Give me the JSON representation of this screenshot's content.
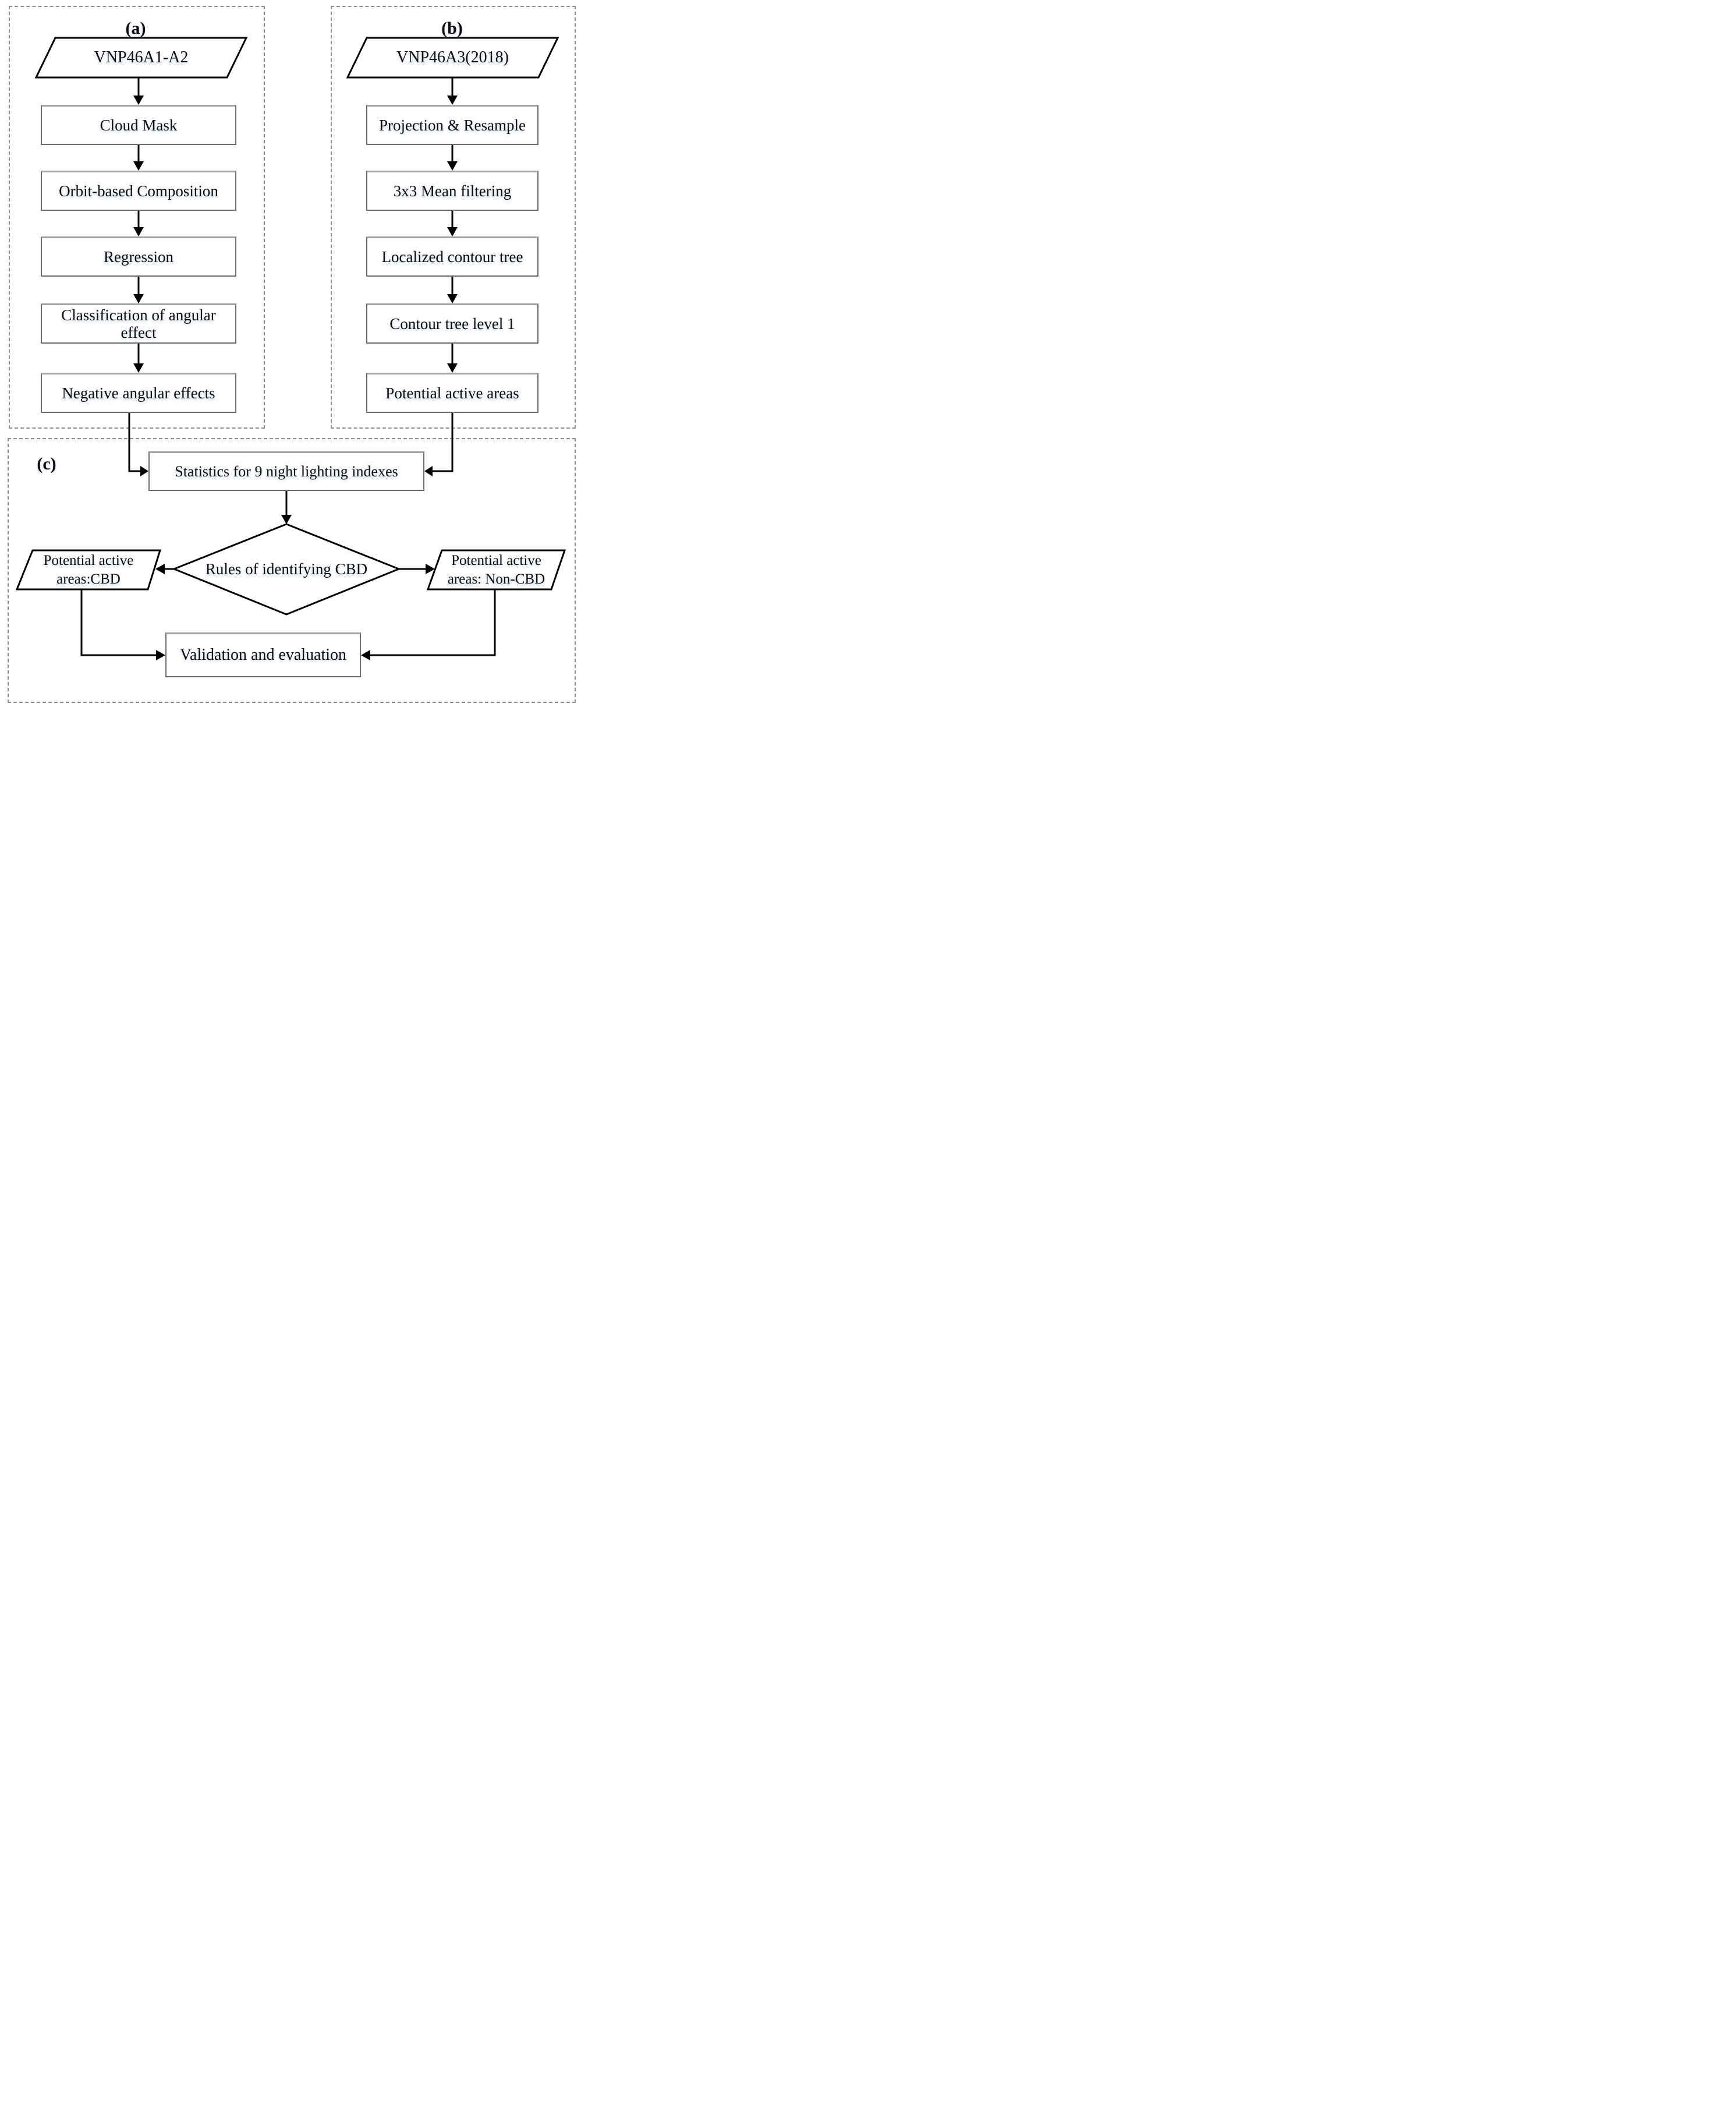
{
  "diagram": {
    "type": "flowchart",
    "background": "#ffffff",
    "colors": {
      "line": "#000000",
      "box_border": "#6a6a6a",
      "box_border_top": "#a2a2a2",
      "dashed_border": "#8f8f8f",
      "text": "#0d0d0d"
    }
  },
  "panels": {
    "a": {
      "label": "(a)",
      "source": "VNP46A1-A2",
      "steps": [
        "Cloud Mask",
        "Orbit-based Composition",
        "Regression",
        "Classification of angular effect",
        "Negative angular effects"
      ]
    },
    "b": {
      "label": "(b)",
      "source": "VNP46A3(2018)",
      "steps": [
        "Projection & Resample",
        "3x3 Mean filtering",
        "Localized contour tree",
        "Contour tree level 1",
        "Potential active areas"
      ]
    },
    "c": {
      "label": "(c)",
      "statistics": "Statistics for 9 night lighting indexes",
      "decision": "Rules of identifying CBD",
      "outcome_left": {
        "line1": "Potential active",
        "line2": "areas:CBD"
      },
      "outcome_right": {
        "line1": "Potential active",
        "line2": "areas: Non-CBD"
      },
      "validation": "Validation and evaluation"
    }
  }
}
